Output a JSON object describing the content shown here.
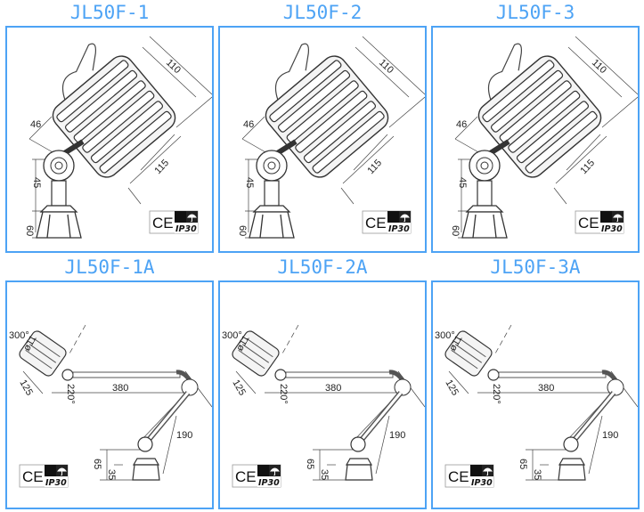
{
  "products": [
    {
      "model": "JL50F-1",
      "type": "head",
      "dims": {
        "width": "110",
        "neck": "46",
        "length": "115",
        "joint": "45",
        "base": "60"
      }
    },
    {
      "model": "JL50F-2",
      "type": "head",
      "dims": {
        "width": "110",
        "neck": "46",
        "length": "115",
        "joint": "45",
        "base": "60"
      }
    },
    {
      "model": "JL50F-3",
      "type": "head",
      "dims": {
        "width": "110",
        "neck": "46",
        "length": "115",
        "joint": "45",
        "base": "60"
      }
    },
    {
      "model": "JL50F-1A",
      "type": "arm",
      "dims": {
        "rotation": "300°",
        "diameter": "ø11",
        "head": "125",
        "swivel": "220°",
        "arm1": "380",
        "arm2": "190",
        "height": "65",
        "base": "35"
      }
    },
    {
      "model": "JL50F-2A",
      "type": "arm",
      "dims": {
        "rotation": "300°",
        "diameter": "ø11",
        "head": "125",
        "swivel": "220°",
        "arm1": "380",
        "arm2": "190",
        "height": "65",
        "base": "35"
      }
    },
    {
      "model": "JL50F-3A",
      "type": "arm",
      "dims": {
        "rotation": "300°",
        "diameter": "ø11",
        "head": "125",
        "swivel": "220°",
        "arm1": "380",
        "arm2": "190",
        "height": "65",
        "base": "35"
      }
    }
  ],
  "certification": {
    "ce": "CE",
    "ip": "IP30"
  },
  "colors": {
    "accent": "#4da3f5",
    "line": "#333333"
  }
}
